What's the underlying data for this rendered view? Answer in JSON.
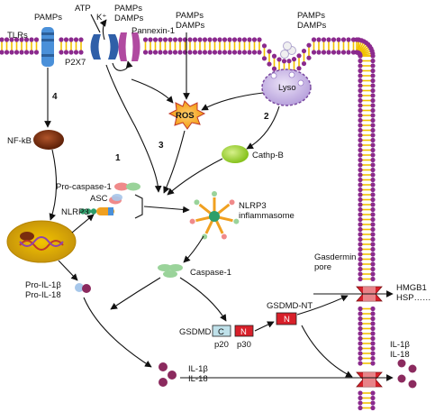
{
  "labels": {
    "pamps_left": "PAMPs",
    "tlrs": "TLRs",
    "atp": "ATP",
    "k_plus": "K⁺",
    "pamps_damps_top": "PAMPs\nDAMPs",
    "pannexin": "Pannexin-1",
    "p2x7": "P2X7",
    "pamps_damps_mid": "PAMPs\nDAMPs",
    "pamps_damps_right": "PAMPs\nDAMPs",
    "lyso": "Lyso",
    "ros": "ROS",
    "cathp": "Cathp-B",
    "nfkb": "NF-kB",
    "procasp": "Pro-caspase-1",
    "asc": "ASC",
    "nlrp3": "NLRP3",
    "inflammasome": "NLRP3\ninflammasome",
    "caspase1": "Caspase-1",
    "pro_il": "Pro-IL-1β\nPro-IL-18",
    "gsdmd": "GSDMD",
    "gsdmd_c": "C",
    "gsdmd_n": "N",
    "p20": "p20",
    "p30": "p30",
    "gsdmd_nt": "GSDMD-NT",
    "gsdmd_nt_n": "N",
    "gasdermin_pore": "Gasdermin\npore",
    "hmgb1": "HMGB1\nHSP……",
    "il_out": "IL-1β\nIL-18",
    "il_mid": "IL-1β\nIL-18"
  },
  "steps": {
    "one": "1",
    "two": "2",
    "three": "3",
    "four": "4"
  },
  "colors": {
    "membrane_head": "#8b2a8e",
    "membrane_tail": "#f2c200",
    "tlr": "#4a90d9",
    "p2x7": "#3a6fb0",
    "pannexin": "#b04aa0",
    "ros_fill": "#f5a623",
    "lyso_fill": "#c9b8e6",
    "cathp_fill": "#9acd32",
    "nfkb_fill": "#7a2e0e",
    "nucleus_fill": "#e8b800",
    "asc_green": "#2e9e6a",
    "nlrp3_orange": "#f0a020",
    "caspase_green": "#8fd18f",
    "pro_casp_pink": "#f08a8a",
    "il_purple": "#8b2a5e",
    "pore_red": "#d8202a"
  }
}
